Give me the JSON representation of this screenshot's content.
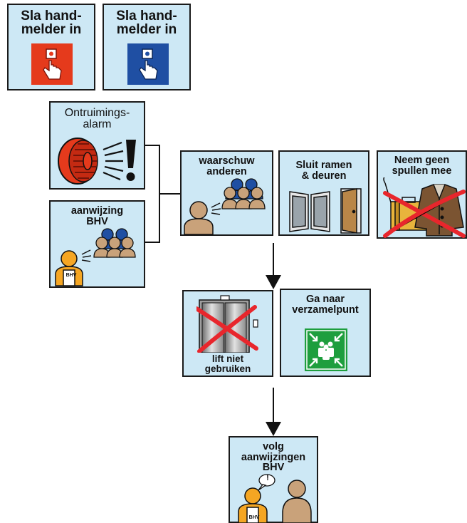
{
  "cards": {
    "handmelder_red": {
      "line1": "Sla hand-",
      "line2": "melder in"
    },
    "handmelder_blue": {
      "line1": "Sla hand-",
      "line2": "melder in"
    },
    "alarm": {
      "line1": "Ontruimings-",
      "line2": "alarm"
    },
    "bhv_instruction": {
      "line1": "aanwijzing",
      "line2": "BHV",
      "badge": "BHV"
    },
    "warn_others": {
      "line1": "waarschuw",
      "line2": "anderen"
    },
    "close_windows": {
      "line1": "Sluit ramen",
      "line2": "& deuren"
    },
    "no_belongings": {
      "line1": "Neem geen",
      "line2": "spullen mee"
    },
    "no_elevator": {
      "line1": "lift niet",
      "line2": "gebruiken"
    },
    "assembly_point": {
      "line1": "Ga naar",
      "line2": "verzamelpunt"
    },
    "follow_bhv": {
      "line1": "volg",
      "line2": "aanwijzingen",
      "line3": "BHV",
      "badge": "BHV",
      "bubble": "!"
    }
  },
  "colors": {
    "card_bg": "#cde8f5",
    "alarm_red": "#e53a1c",
    "button_blue": "#1f4fa3",
    "exit_green": "#1e9e3e",
    "bhv_orange": "#f5a623",
    "cross_red": "#e8262c"
  }
}
